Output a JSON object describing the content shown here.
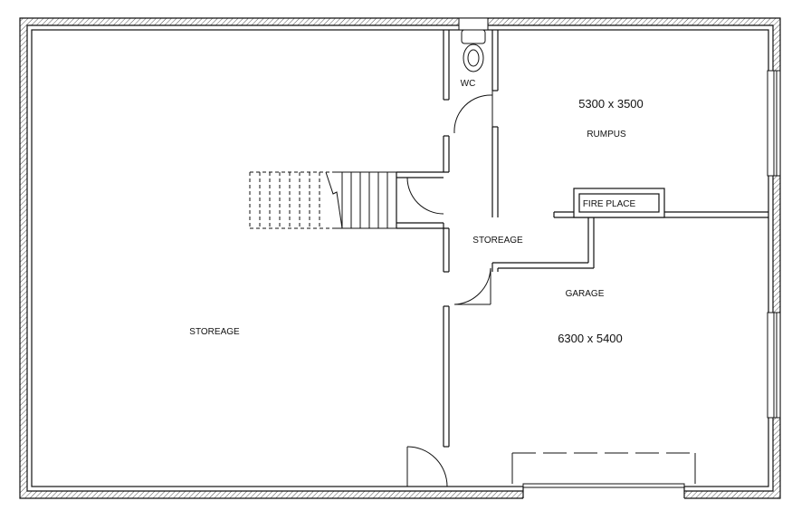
{
  "rooms": {
    "wc": "WC",
    "rumpus_size": "5300 x 3500",
    "rumpus": "RUMPUS",
    "fire_place": "FIRE PLACE",
    "storage_small": "STOREAGE",
    "garage": "GARAGE",
    "garage_size": "6300 x 5400",
    "storage_large": "STOREAGE"
  },
  "colors": {
    "line": "#111111",
    "hatch": "#555555",
    "background": "#ffffff"
  }
}
